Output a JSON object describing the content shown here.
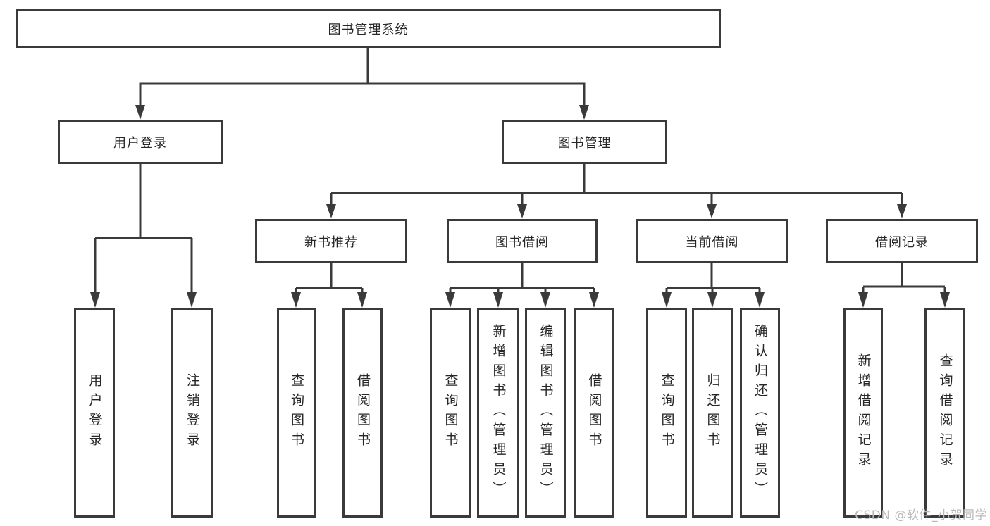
{
  "colors": {
    "line": "#3a3a3a",
    "box_border": "#3a3a3a",
    "text": "#262626",
    "watermark": "#b9b9b9",
    "background": "#ffffff"
  },
  "tree": {
    "root": {
      "label": "图书管理系统"
    },
    "branches": [
      {
        "label": "用户登录",
        "children": [
          {
            "label": "用户登录"
          },
          {
            "label": "注销登录"
          }
        ]
      },
      {
        "label": "图书管理",
        "children": [
          {
            "label": "新书推荐",
            "children": [
              {
                "label": "查询图书"
              },
              {
                "label": "借阅图书"
              }
            ]
          },
          {
            "label": "图书借阅",
            "children": [
              {
                "label": "查询图书"
              },
              {
                "label": "新增图书（管理员）"
              },
              {
                "label": "编辑图书（管理员）"
              },
              {
                "label": "借阅图书"
              }
            ]
          },
          {
            "label": "当前借阅",
            "children": [
              {
                "label": "查询图书"
              },
              {
                "label": "归还图书"
              },
              {
                "label": "确认归还（管理员）"
              }
            ]
          },
          {
            "label": "借阅记录",
            "children": [
              {
                "label": "新增借阅记录"
              },
              {
                "label": "查询借阅记录"
              }
            ]
          }
        ]
      }
    ]
  },
  "watermark": {
    "text": "CSDN @软件_小贺同学"
  }
}
